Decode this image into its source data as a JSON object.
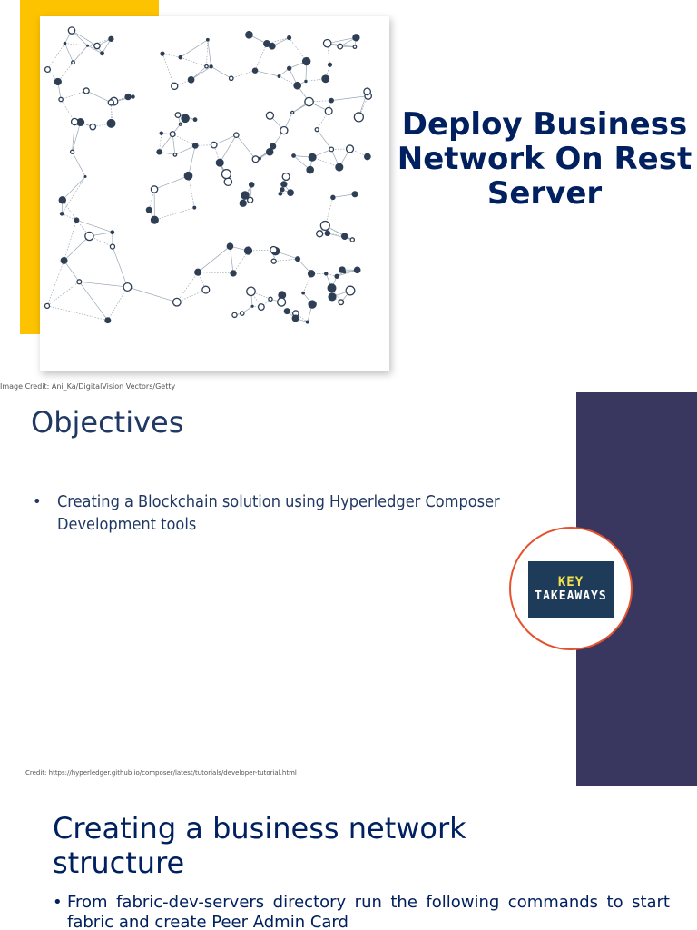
{
  "slide1": {
    "title": "Deploy Business Network On Rest Server",
    "image_credit": "Image Credit: Ani_Ka/DigitalVision Vectors/Getty",
    "accent_color": "#fdc300",
    "title_color": "#002060"
  },
  "slide2": {
    "heading": "Objectives",
    "bullets": [
      "Creating a Blockchain solution using Hyperledger Composer Development tools"
    ],
    "credit": "Credit: https://hyperledger.github.io/composer/latest/tutorials/developer-tutorial.html",
    "badge_line1": "KEY",
    "badge_line2": "TAKEAWAYS",
    "sidebar_color": "#39375f",
    "badge_ring_color": "#e5522e"
  },
  "slide3": {
    "heading": "Creating a business network structure",
    "bullets": [
      "From fabric-dev-servers directory run the following commands to start fabric and create Peer Admin Card"
    ]
  },
  "bullet_symbol": "•"
}
